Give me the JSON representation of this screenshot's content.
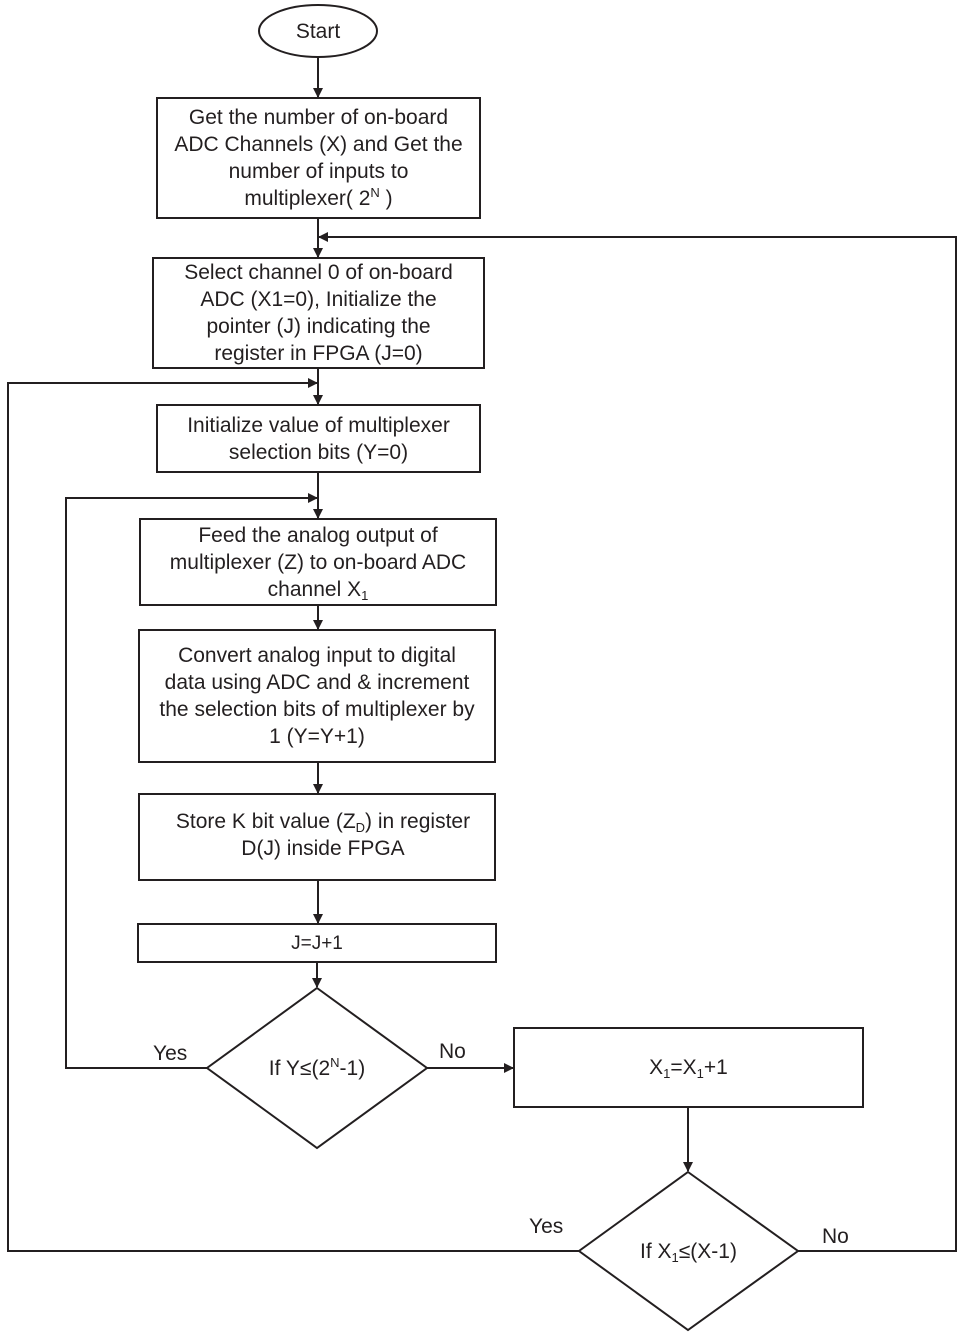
{
  "diagram": {
    "type": "flowchart",
    "colors": {
      "stroke": "#231f20",
      "background": "#ffffff",
      "text": "#231f20"
    },
    "nodes": {
      "start": {
        "shape": "terminator",
        "text": "Start"
      },
      "get_counts": {
        "shape": "process",
        "line1": "Get the number of on-board",
        "line2": "ADC Channels (X) and Get the",
        "line3": "number of inputs to",
        "line4_pre": "multiplexer( 2",
        "line4_sup": "N",
        "line4_post": " )"
      },
      "select_channel": {
        "shape": "process",
        "line1": "Select channel 0 of on-board",
        "line2": "ADC (X1=0), Initialize the",
        "line3": "pointer (J) indicating the",
        "line4": "register in FPGA (J=0)"
      },
      "init_mux": {
        "shape": "process",
        "line1": "Initialize value of multiplexer",
        "line2": "selection bits (Y=0)"
      },
      "feed_analog": {
        "shape": "process",
        "line1": "Feed the analog output of",
        "line2": "multiplexer (Z) to on-board ADC",
        "line3_pre": "channel X",
        "line3_sub": "1"
      },
      "convert": {
        "shape": "process",
        "line1": "Convert analog input to digital",
        "line2": "data using ADC and & increment",
        "line3": "the selection bits of multiplexer by",
        "line4": "1 (Y=Y+1)"
      },
      "store": {
        "shape": "process",
        "line1_pre": "Store K bit value (Z",
        "line1_sub": "D",
        "line1_post": ") in register",
        "line2": "D(J) inside FPGA"
      },
      "inc_j": {
        "shape": "process",
        "text": "J=J+1"
      },
      "check_y": {
        "shape": "decision",
        "pre": "If Y≤(2",
        "sup": "N",
        "post": "-1)"
      },
      "inc_x1": {
        "shape": "process",
        "a": "X",
        "a_sub": "1",
        "b": "=X",
        "b_sub": "1",
        "c": "+1"
      },
      "check_x1": {
        "shape": "decision",
        "pre": "If X",
        "sub": "1",
        "post": "≤(X-1)"
      }
    },
    "edge_labels": {
      "check_y_yes": "Yes",
      "check_y_no": "No",
      "check_x1_yes": "Yes",
      "check_x1_no": "No"
    },
    "edges": [
      {
        "from": "start",
        "to": "get_counts"
      },
      {
        "from": "get_counts",
        "to": "select_channel"
      },
      {
        "from": "select_channel",
        "to": "init_mux"
      },
      {
        "from": "init_mux",
        "to": "feed_analog"
      },
      {
        "from": "feed_analog",
        "to": "convert"
      },
      {
        "from": "convert",
        "to": "store"
      },
      {
        "from": "store",
        "to": "inc_j"
      },
      {
        "from": "inc_j",
        "to": "check_y"
      },
      {
        "from": "check_y",
        "to": "feed_analog",
        "label": "Yes"
      },
      {
        "from": "check_y",
        "to": "inc_x1",
        "label": "No"
      },
      {
        "from": "inc_x1",
        "to": "check_x1"
      },
      {
        "from": "check_x1",
        "to": "init_mux",
        "label": "Yes"
      },
      {
        "from": "check_x1",
        "to": "select_channel",
        "label": "No"
      }
    ]
  }
}
